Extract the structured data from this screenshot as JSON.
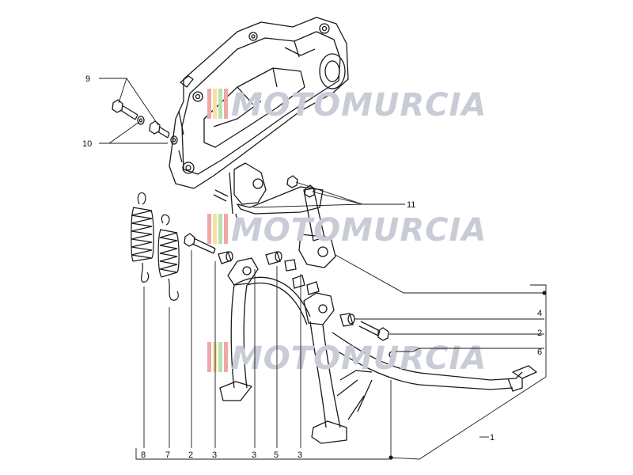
{
  "diagram": {
    "watermark": "MOTOMURCIA",
    "colors": {
      "line": "#1a1a1a",
      "watermark": "#c9ccd6",
      "stripe1": "#f0a7a7",
      "stripe2": "#f6e2a0",
      "stripe3": "#b8e0b0"
    },
    "callouts": [
      {
        "id": "c9",
        "label": "9"
      },
      {
        "id": "c10",
        "label": "10"
      },
      {
        "id": "c11",
        "label": "11"
      },
      {
        "id": "c4",
        "label": "4"
      },
      {
        "id": "c2r",
        "label": "2"
      },
      {
        "id": "c6",
        "label": "6"
      },
      {
        "id": "c1",
        "label": "1"
      },
      {
        "id": "b8",
        "label": "8"
      },
      {
        "id": "b7",
        "label": "7"
      },
      {
        "id": "b2",
        "label": "2"
      },
      {
        "id": "b3a",
        "label": "3"
      },
      {
        "id": "b3b",
        "label": "3"
      },
      {
        "id": "b5",
        "label": "5"
      },
      {
        "id": "b3c",
        "label": "3"
      }
    ]
  }
}
